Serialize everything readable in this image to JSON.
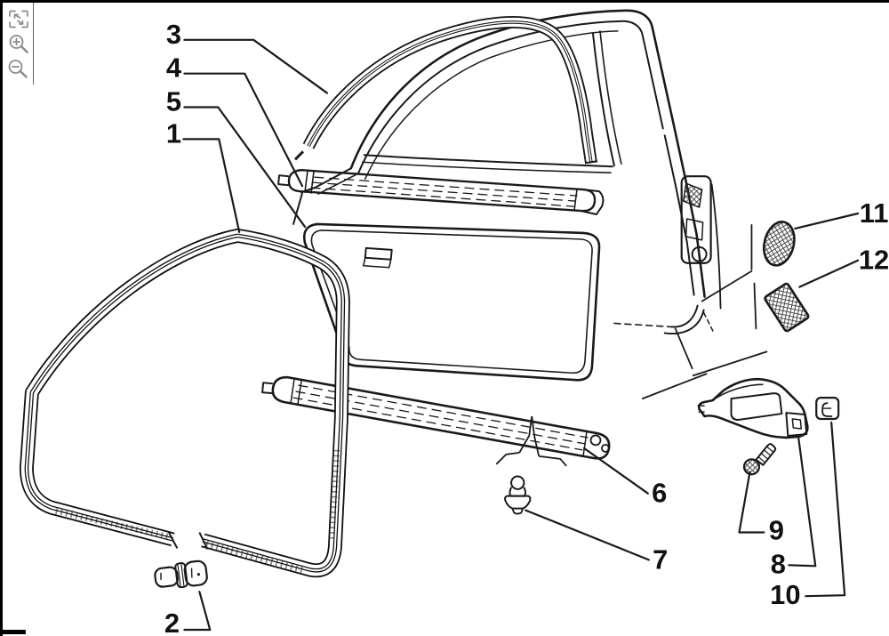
{
  "viewer": {
    "toolbar": {
      "buttons": [
        {
          "name": "fit-to-page",
          "icon": "fit-to-page-icon"
        },
        {
          "name": "zoom-in",
          "icon": "zoom-in-icon"
        },
        {
          "name": "zoom-out",
          "icon": "zoom-out-icon"
        }
      ]
    },
    "diagram": {
      "type": "exploded-parts-line-drawing",
      "description": "Car front door weatherstrips and seals parts diagram",
      "callouts": [
        {
          "label": "1"
        },
        {
          "label": "2"
        },
        {
          "label": "3"
        },
        {
          "label": "4"
        },
        {
          "label": "5"
        },
        {
          "label": "6"
        },
        {
          "label": "7"
        },
        {
          "label": "8"
        },
        {
          "label": "9"
        },
        {
          "label": "10"
        },
        {
          "label": "11"
        },
        {
          "label": "12"
        }
      ],
      "colors": {
        "line": "#1a1a1a",
        "background": "#ffffff",
        "toolbar_icon": "#8c8c8c",
        "border": "#000000"
      }
    }
  }
}
